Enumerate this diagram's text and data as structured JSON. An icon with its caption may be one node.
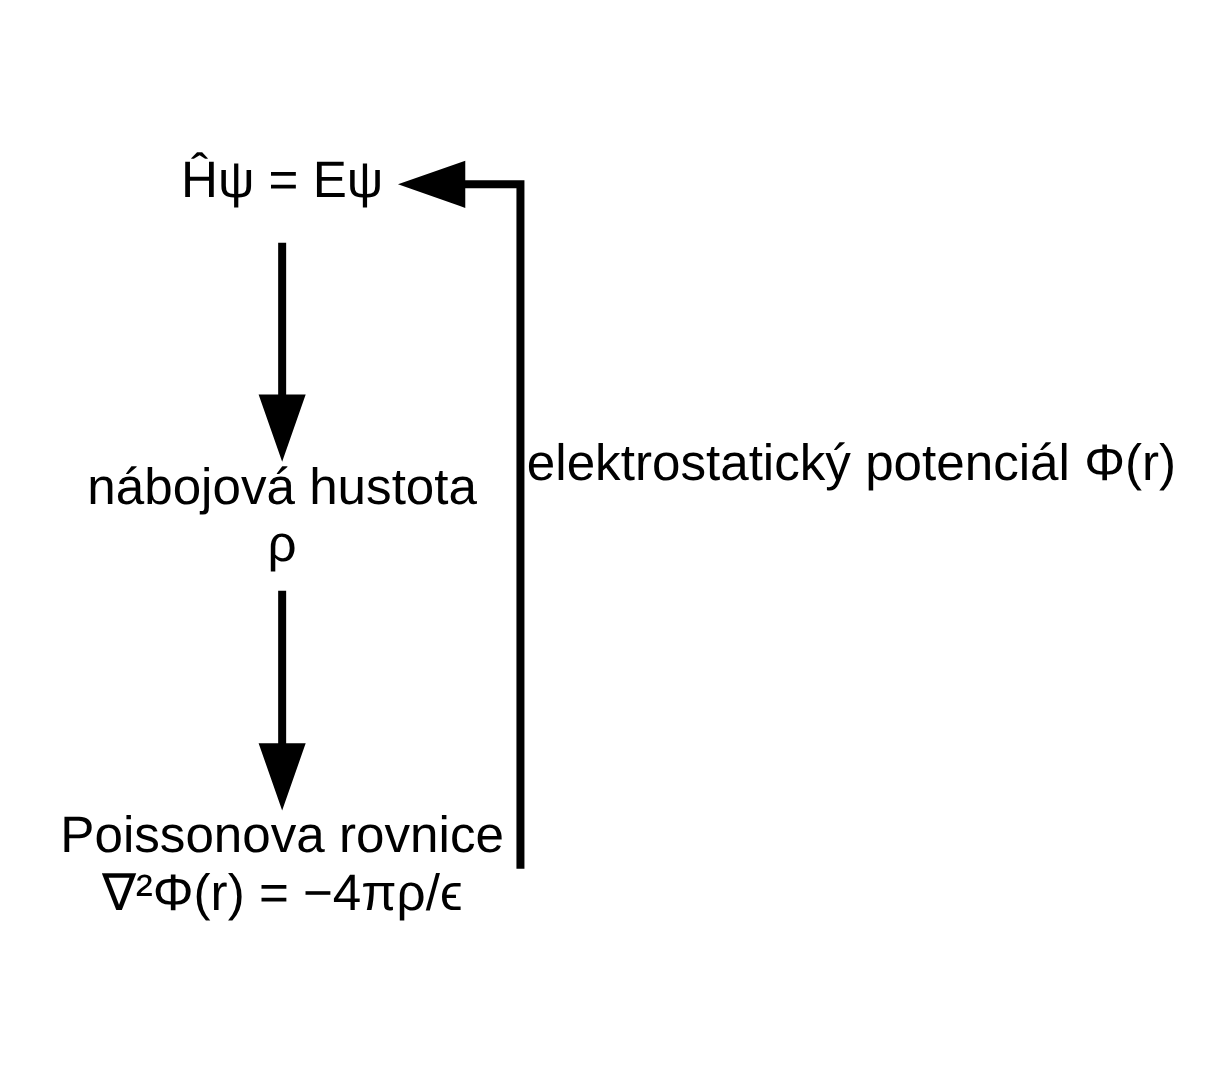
{
  "diagram": {
    "nodes": [
      {
        "text": [
          "Ĥψ = Eψ"
        ]
      },
      {
        "text": [
          "nábojová hustota",
          "ρ"
        ]
      },
      {
        "text": [
          "Poissonova rovnice",
          "∇²Φ(r) = −4πρ/ϵ"
        ]
      }
    ],
    "edges": [
      {
        "from": 0,
        "to": 1,
        "arrow": "to"
      },
      {
        "from": 1,
        "to": 2,
        "arrow": "to"
      },
      {
        "from": 2,
        "to": 0,
        "arrow": "to",
        "label": "elektrostatický potenciál Φ(r)"
      }
    ]
  }
}
